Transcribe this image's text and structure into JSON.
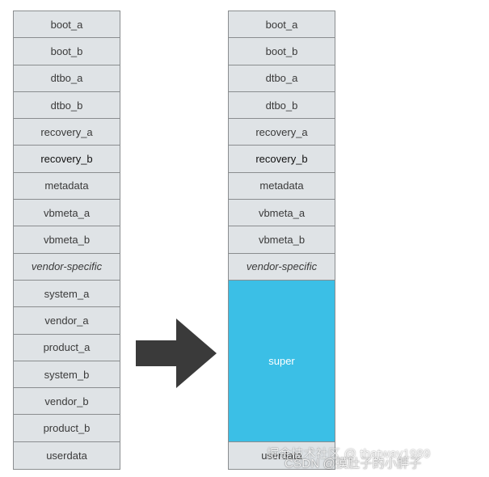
{
  "left_column": {
    "items": [
      {
        "label": "boot_a"
      },
      {
        "label": "boot_b"
      },
      {
        "label": "dtbo_a"
      },
      {
        "label": "dtbo_b"
      },
      {
        "label": "recovery_a"
      },
      {
        "label": "recovery_b"
      },
      {
        "label": "metadata"
      },
      {
        "label": "vbmeta_a"
      },
      {
        "label": "vbmeta_b"
      },
      {
        "label": "vendor-specific"
      },
      {
        "label": "system_a"
      },
      {
        "label": "vendor_a"
      },
      {
        "label": "product_a"
      },
      {
        "label": "system_b"
      },
      {
        "label": "vendor_b"
      },
      {
        "label": "product_b"
      },
      {
        "label": "userdata"
      }
    ]
  },
  "right_column": {
    "items": [
      {
        "label": "boot_a"
      },
      {
        "label": "boot_b"
      },
      {
        "label": "dtbo_a"
      },
      {
        "label": "dtbo_b"
      },
      {
        "label": "recovery_a"
      },
      {
        "label": "recovery_b"
      },
      {
        "label": "metadata"
      },
      {
        "label": "vbmeta_a"
      },
      {
        "label": "vbmeta_b"
      },
      {
        "label": "vendor-specific"
      },
      {
        "label": "super"
      },
      {
        "label": "userdata"
      }
    ]
  },
  "colors": {
    "cell_fill": "#dfe3e6",
    "cell_border": "#8a8d8f",
    "super_fill": "#3bbfe6",
    "arrow": "#3a3a3a"
  },
  "watermark": {
    "text": "CSDN @摸肚子的小胖子"
  },
  "watermark_secondary": {
    "text": "掘金技术社区 @ thatway1989"
  }
}
